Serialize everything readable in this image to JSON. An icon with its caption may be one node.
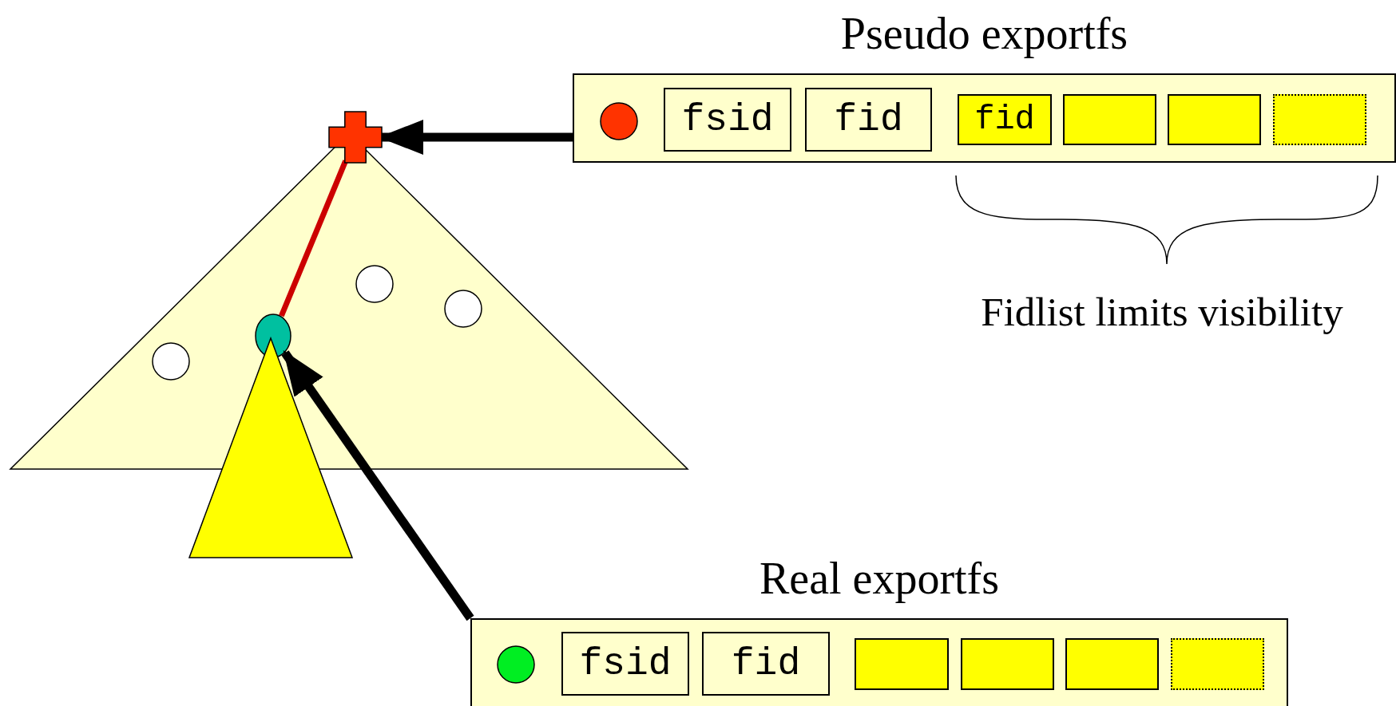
{
  "diagram": {
    "nodes": [
      {
        "text": [
          "Pseudo exportfs"
        ]
      },
      {
        "text": [],
        "shape": "circle",
        "in": 0
      },
      {
        "text": [
          "fsid"
        ],
        "in": 0
      },
      {
        "text": [
          "fid"
        ],
        "in": 0
      },
      {
        "text": [
          "fid"
        ],
        "in": 0
      },
      {
        "text": [],
        "shape": "box",
        "in": 0
      },
      {
        "text": [],
        "shape": "box",
        "in": 0
      },
      {
        "text": [],
        "shape": "box",
        "in": 0
      },
      {
        "text": [
          "Real exportfs"
        ]
      },
      {
        "text": [],
        "shape": "circle",
        "in": 8
      },
      {
        "text": [
          "fsid"
        ],
        "in": 8
      },
      {
        "text": [
          "fid"
        ],
        "in": 8
      },
      {
        "text": [],
        "shape": "box",
        "in": 8
      },
      {
        "text": [],
        "shape": "box",
        "in": 8
      },
      {
        "text": [],
        "shape": "box",
        "in": 8
      },
      {
        "text": [],
        "shape": "box",
        "in": 8
      },
      {
        "text": [],
        "shape": "triangle"
      },
      {
        "text": [],
        "shape": "cross"
      },
      {
        "text": [],
        "shape": "circle",
        "in": 16
      },
      {
        "text": [],
        "shape": "circle",
        "in": 16
      },
      {
        "text": [],
        "shape": "circle",
        "in": 16
      },
      {
        "text": [],
        "shape": "circle",
        "in": 16
      },
      {
        "text": [],
        "shape": "triangle"
      }
    ],
    "edges": [
      {
        "from": 0,
        "to": 17,
        "arrow": "to"
      },
      {
        "from": 8,
        "to": 19,
        "arrow": "to"
      },
      {
        "from": 17,
        "to": 19,
        "arrow": "none",
        "color": "#cc0000"
      }
    ],
    "labels": [
      "Fidlist limits visibility"
    ]
  }
}
